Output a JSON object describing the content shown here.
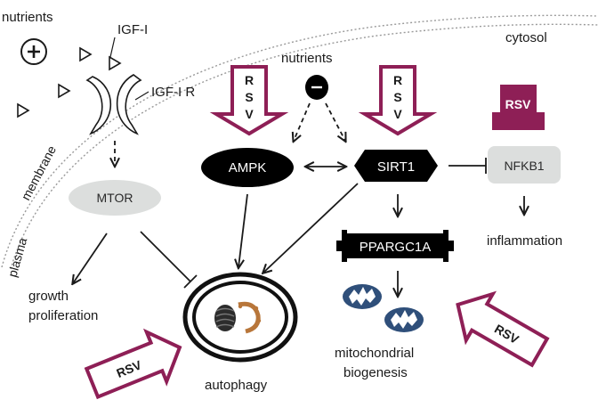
{
  "colors": {
    "rsv_accent": "#8e1f56",
    "node_dark": "#000000",
    "node_grey": "#dcdedd",
    "membrane": "#9a9a9a"
  },
  "labels": {
    "nutrients_top_left": "nutrients",
    "igf1": "IGF-I",
    "igf1r": "IGF-I R",
    "cytosol": "cytosol",
    "membrane_plasma": "plasma",
    "membrane_membrane": "membrane",
    "nutrients_center": "nutrients",
    "growth": "growth",
    "proliferation": "proliferation",
    "inflammation": "inflammation",
    "mitochondrial": "mitochondrial",
    "biogenesis": "biogenesis",
    "autophagy": "autophagy"
  },
  "nodes": {
    "ampk": "AMPK",
    "sirt1": "SIRT1",
    "mtor": "MTOR",
    "nfkb1": "NFKB1",
    "ppargc1a": "PPARGC1A"
  },
  "rsv": {
    "vertical_letters": [
      "R",
      "S",
      "V"
    ],
    "block_label": "RSV",
    "diag_label_left": "RSV",
    "diag_label_right": "RSV"
  },
  "signs": {
    "plus": "+",
    "minus": "−"
  }
}
